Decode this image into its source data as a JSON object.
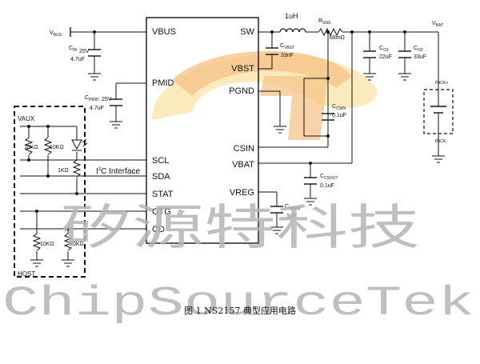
{
  "ic": {
    "pins_left": [
      "VBUS",
      "PMID",
      "SCL",
      "SDA",
      "STAT",
      "OTG",
      "CD"
    ],
    "pins_right": [
      "SW",
      "VBST",
      "PGND",
      "CSIN",
      "VBAT",
      "VREG"
    ]
  },
  "labels": {
    "vbus": "V",
    "vbus_sub": "BUS",
    "cin_name": "C",
    "cin_sub": "IN",
    "cin_rating": "25V",
    "cin_value": "4.7uF",
    "cpmid_name": "C",
    "cpmid_sub": "PMID",
    "cpmid_rating": "25V",
    "cpmid_value": "4.7uF",
    "inductor": "1uH",
    "rsns_name": "R",
    "rsns_sub": "SNS",
    "rsns_value": "68mΩ",
    "cvbst_name": "C",
    "cvbst_sub": "VBST",
    "cvbst_value": "33nF",
    "vbat": "V",
    "vbat_sub": "BAT",
    "co1_name": "C",
    "co1_sub": "O1",
    "co1_value": "22uF",
    "co2_name": "C",
    "co2_sub": "O2",
    "co2_value": "33uF",
    "csin_name": "C",
    "csin_sub": "CSIN",
    "csin_value": "0.1uF",
    "csout_name": "C",
    "csout_sub": "CSOUT",
    "csout_value": "0.1uF",
    "creg_name": "C",
    "creg_sub": "VREG",
    "creg_value": "1uF",
    "vaux": "VAUX",
    "host": "HOST",
    "r1": "10KΩ",
    "r2": "10KΩ",
    "r3": "1KΩ",
    "r4": "10KΩ",
    "r5": "10KΩ",
    "i2c_prefix": "I",
    "i2c_sup": "2",
    "i2c_rest": "C Interface",
    "pack_plus": "PACK+",
    "pack_minus": "PACK-"
  },
  "watermark": {
    "chinese": "矽源特科技",
    "english": "ChipSourceTek"
  },
  "caption": "图 1   NS2157 典型应用电路",
  "colors": {
    "line": "#111111",
    "logo_orange": "#f6c48a",
    "logo_yellow": "#f9e2a0",
    "watermark": "#b5b5b5"
  }
}
